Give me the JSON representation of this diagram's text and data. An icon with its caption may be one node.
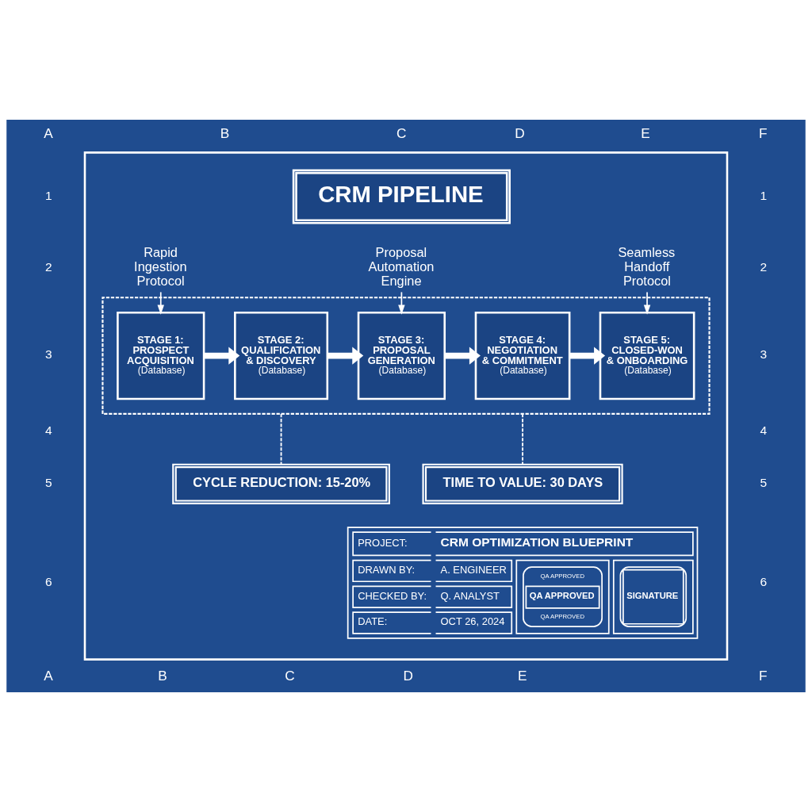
{
  "diagram": {
    "nodes": [
      {
        "text": [],
        "shape": "box"
      },
      {
        "text": [
          "CRM PIPELINE"
        ],
        "in": 0
      },
      {
        "text": [
          "Rapid Ingestion Protocol"
        ],
        "in": 0
      },
      {
        "text": [
          "Proposal Automation Engine"
        ],
        "in": 0
      },
      {
        "text": [
          "Seamless Handoff Protocol"
        ],
        "in": 0
      },
      {
        "text": [],
        "shape": "box",
        "in": 0
      },
      {
        "text": [
          "STAGE 1: PROSPECT ACQUISITION",
          "(Database)"
        ],
        "in": 5
      },
      {
        "text": [
          "STAGE 2: QUALIFICATION & DISCOVERY",
          "(Database)"
        ],
        "in": 5
      },
      {
        "text": [
          "STAGE 3: PROPOSAL GENERATION",
          "(Database)"
        ],
        "in": 5
      },
      {
        "text": [
          "STAGE 4: NEGOTIATION & COMMITMENT",
          "(Database)"
        ],
        "in": 5
      },
      {
        "text": [
          "STAGE 5: CLOSED-WON & ONBOARDING",
          "(Database)"
        ],
        "in": 5
      },
      {
        "text": [
          "CYCLE REDUCTION: 15-20%"
        ],
        "in": 0
      },
      {
        "text": [
          "TIME TO VALUE: 30 DAYS"
        ],
        "in": 0
      }
    ],
    "edges": [
      {
        "from": 2,
        "to": 6,
        "arrow": "to"
      },
      {
        "from": 3,
        "to": 8,
        "arrow": "to"
      },
      {
        "from": 4,
        "to": 10,
        "arrow": "to"
      },
      {
        "from": 6,
        "to": 7,
        "arrow": "to",
        "style": "thick"
      },
      {
        "from": 7,
        "to": 8,
        "arrow": "to",
        "style": "thick"
      },
      {
        "from": 8,
        "to": 9,
        "arrow": "to",
        "style": "thick"
      },
      {
        "from": 9,
        "to": 10,
        "arrow": "to",
        "style": "thick"
      },
      {
        "from": 5,
        "to": 11,
        "arrow": "none",
        "style": "dashed"
      },
      {
        "from": 5,
        "to": 12,
        "arrow": "none",
        "style": "dashed"
      }
    ],
    "labels": [
      "A",
      "B",
      "C",
      "D",
      "E",
      "F",
      "1",
      "1",
      "2",
      "2",
      "3",
      "3",
      "4",
      "4",
      "5",
      "5",
      "PROJECT:",
      "CRM OPTIMIZATION BLUEPRINT",
      "DRAWN BY:",
      "A. ENGINEER",
      "QA APPROVED",
      "6",
      "CHECKED BY:",
      "Q. ANALYST",
      "QA APPROVED",
      "SIGNATURE",
      "6",
      "QA APPROVED",
      "DATE:",
      "OCT 26, 2024",
      "A",
      "B",
      "C",
      "D",
      "E",
      "F"
    ]
  }
}
